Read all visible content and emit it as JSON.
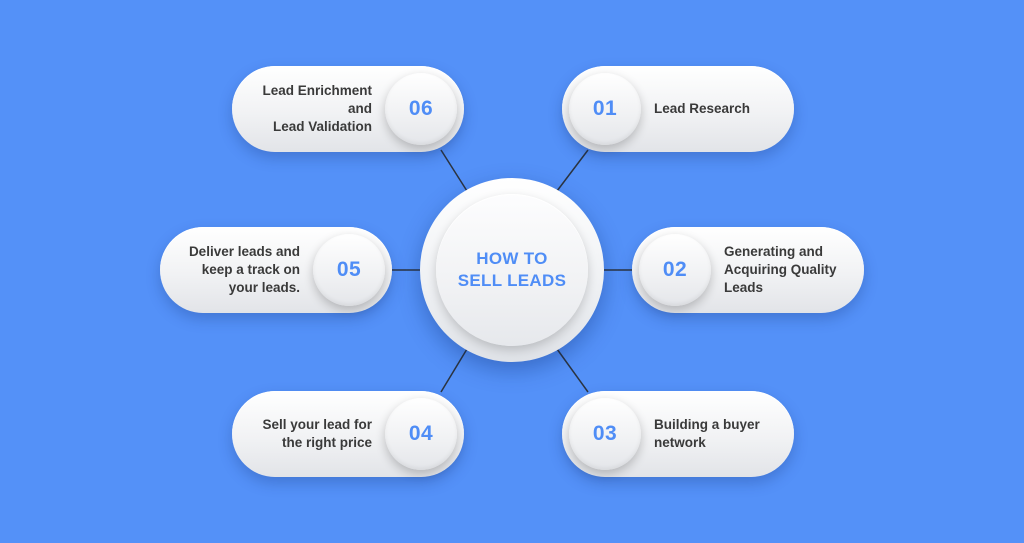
{
  "diagram": {
    "center": {
      "title": "HOW TO\nSELL LEADS"
    },
    "steps": [
      {
        "number": "01",
        "label": "Lead Research"
      },
      {
        "number": "02",
        "label": "Generating and\nAcquiring Quality\nLeads"
      },
      {
        "number": "03",
        "label": "Building a buyer\nnetwork"
      },
      {
        "number": "04",
        "label": "Sell your lead for\nthe right price"
      },
      {
        "number": "05",
        "label": "Deliver leads and\nkeep a track on\nyour leads."
      },
      {
        "number": "06",
        "label": "Lead Enrichment\nand\nLead Validation"
      }
    ]
  },
  "colors": {
    "background": "#5491f8",
    "accent": "#4f8df6",
    "text": "#3a3a3a",
    "connector": "#2b3440"
  }
}
